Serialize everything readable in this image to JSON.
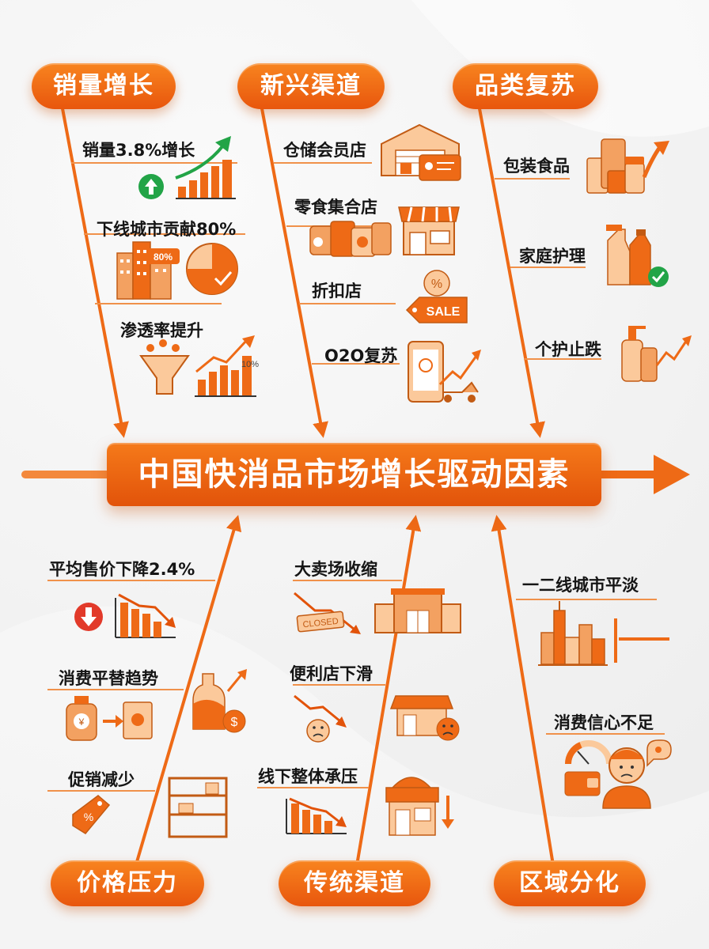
{
  "title": "中国快消品市场增长驱动因素",
  "categories": {
    "top": [
      {
        "name": "销量增长",
        "items": [
          "销量3.8%增长",
          "下线城市贡献80%",
          "渗透率提升"
        ],
        "badges": {
          "pct80": "80%",
          "pct10": "10%"
        }
      },
      {
        "name": "新兴渠道",
        "items": [
          "仓储会员店",
          "零食集合店",
          "折扣店",
          "O2O复苏"
        ],
        "badges": {
          "sale": "SALE"
        }
      },
      {
        "name": "品类复苏",
        "items": [
          "包装食品",
          "家庭护理",
          "个护止跌"
        ]
      }
    ],
    "bottom": [
      {
        "name": "价格压力",
        "items": [
          "平均售价下降2.4%",
          "消费平替趋势",
          "促销减少"
        ]
      },
      {
        "name": "传统渠道",
        "items": [
          "大卖场收缩",
          "便利店下滑",
          "线下整体承压"
        ],
        "badges": {
          "closed": "CLOSED"
        }
      },
      {
        "name": "区域分化",
        "items": [
          "一二线城市平淡",
          "消费信心不足"
        ]
      }
    ]
  },
  "colors": {
    "accent": "#ee6a16",
    "light": "#fbc99b",
    "green": "#22a447",
    "red": "#e23a2a"
  },
  "icons": [
    "arrow-up-icon",
    "bar-growth-icon",
    "city-buildings-icon",
    "pie-chart-icon",
    "funnel-icon",
    "warehouse-icon",
    "member-card-icon",
    "snacks-icon",
    "storefront-icon",
    "sale-tag-icon",
    "phone-delivery-icon",
    "food-jars-icon",
    "detergent-icon",
    "lotion-icon",
    "arrow-down-icon",
    "bar-decline-icon",
    "bottle-dollar-icon",
    "shelf-icon",
    "closed-sign-icon",
    "mall-icon",
    "sad-face-icon",
    "sad-store-icon",
    "skyline-icon",
    "gauge-icon",
    "worried-person-icon"
  ]
}
